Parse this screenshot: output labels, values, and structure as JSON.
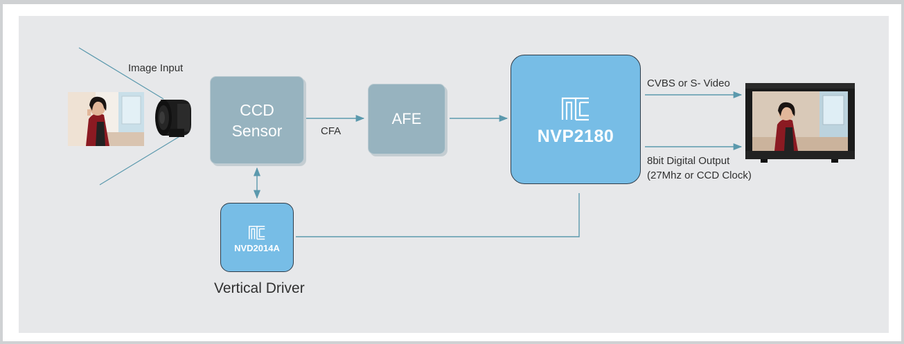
{
  "blocks": {
    "ccd_line1": "CCD",
    "ccd_line2": "Sensor",
    "afe": "AFE",
    "main_chip": "NVP2180",
    "driver_chip": "NVD2014A"
  },
  "labels": {
    "image_input": "Image Input",
    "cfa": "CFA",
    "cvbs": "CVBS or S- Video",
    "digital_output_line1": "8bit Digital Output",
    "digital_output_line2": "(27Mhz or CCD Clock)",
    "vertical_driver": "Vertical Driver"
  },
  "colors": {
    "arrow": "#5b99ad",
    "sensor_block": "#97b3bf",
    "chip_block": "#77bde6",
    "panel": "#e7e8ea"
  },
  "icons": [
    "nextchip-logo-icon",
    "camera-lens-icon",
    "monitor-icon",
    "photo-icon"
  ]
}
